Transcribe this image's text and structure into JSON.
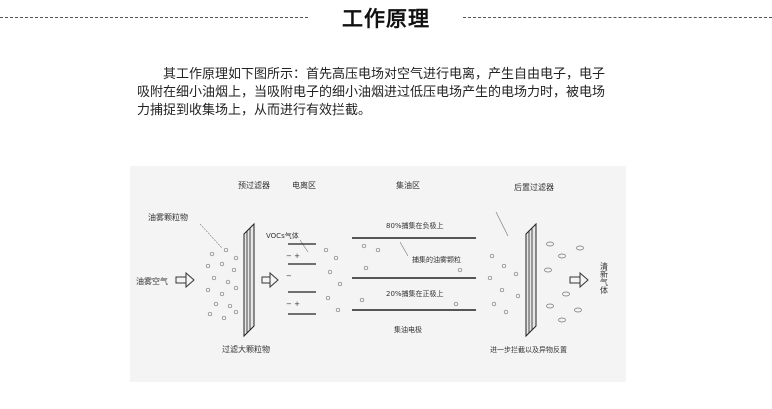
{
  "header": {
    "title": "工作原理"
  },
  "description": {
    "text": "其工作原理如下图所示：首先高压电场对空气进行电离，产生自由电子，电子吸附在细小油烟上，当吸附电子的细小油烟进过低压电场产生的电场力时，被电场力捕捉到收集场上，从而进行有效拦截。"
  },
  "diagram": {
    "labels": {
      "prefilter": "预过滤器",
      "ionization_zone": "电离区",
      "collection_zone": "集油区",
      "postfilter": "后置过滤器",
      "oil_mist_particles": "油雾颗粒物",
      "vocs_gas": "VOCs气体",
      "oil_mist_air": "油雾空气",
      "negative_capture": "80%捕集在负极上",
      "captured_particles": "捕集的油雾颗粒",
      "positive_capture": "20%捕集在正极上",
      "collector_plate": "集油电极",
      "filter_large": "过滤大颗粒物",
      "further_block": "进一步拦截以及异物反置",
      "clean_gas": "清新气体"
    }
  }
}
